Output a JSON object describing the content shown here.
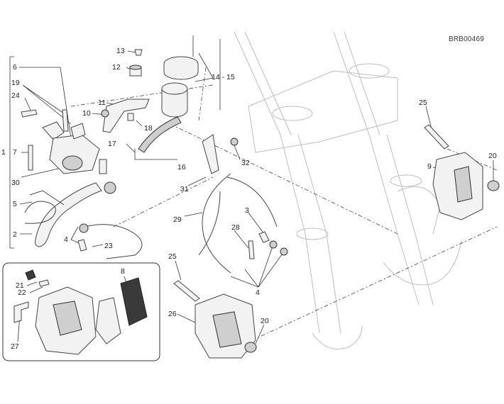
{
  "diagram_code": "BRB00469",
  "callouts": {
    "c1": "1",
    "c2": "2",
    "c3": "3",
    "c4a": "4",
    "c4b": "4",
    "c5": "5",
    "c6": "6",
    "c7": "7",
    "c8": "8",
    "c9": "9",
    "c10": "10",
    "c11": "11",
    "c12": "12",
    "c13": "13",
    "c14_15": "14 - 15",
    "c16": "16",
    "c17": "17",
    "c18": "18",
    "c19": "19",
    "c20a": "20",
    "c20b": "20",
    "c21": "21",
    "c22": "22",
    "c23": "23",
    "c24": "24",
    "c25a": "25",
    "c25b": "25",
    "c26": "26",
    "c27": "27",
    "c28": "28",
    "c29": "29",
    "c30": "30",
    "c31": "31",
    "c32": "32"
  }
}
